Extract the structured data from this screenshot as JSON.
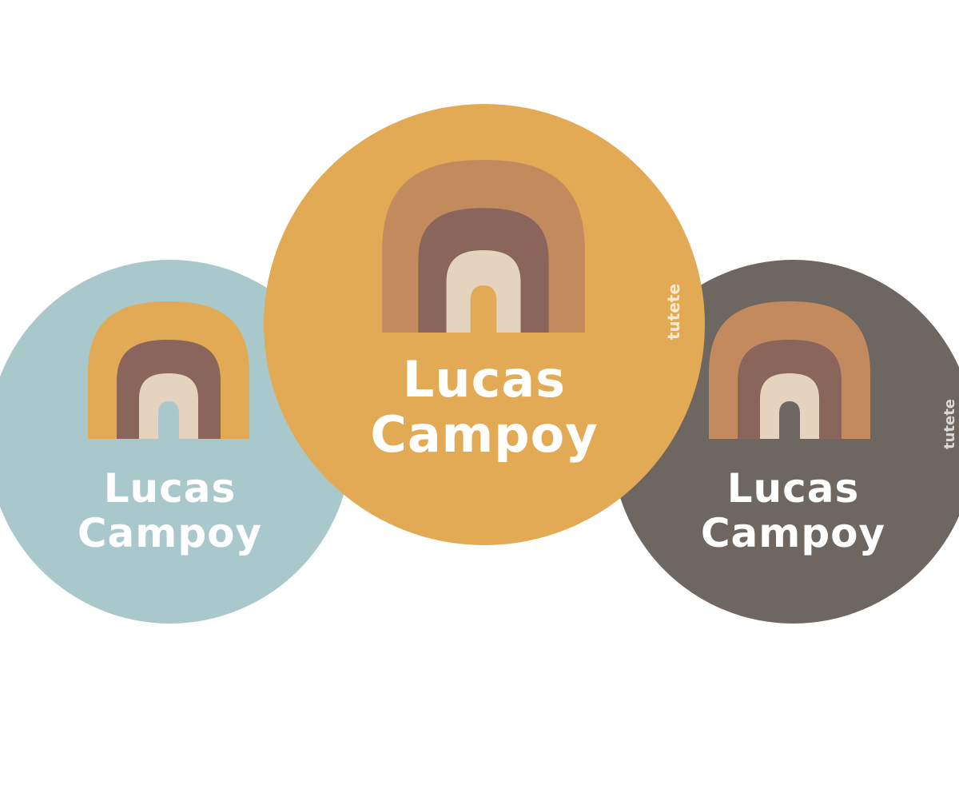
{
  "stickers": [
    {
      "id": "left",
      "first_name": "Lucas",
      "last_name": "Campoy",
      "background_color": "#a9c8cb",
      "rainbow_colors": [
        "#e2aa54",
        "#8a655b",
        "#e3d3bf"
      ]
    },
    {
      "id": "center",
      "first_name": "Lucas",
      "last_name": "Campoy",
      "brand": "tutete",
      "background_color": "#e2aa54",
      "rainbow_colors": [
        "#c38a5e",
        "#8a655b",
        "#e3d3bf"
      ]
    },
    {
      "id": "right",
      "first_name": "Lucas",
      "last_name": "Campoy",
      "brand": "tutete",
      "background_color": "#6e6661",
      "rainbow_colors": [
        "#c38a5e",
        "#8a655b",
        "#e3d3bf"
      ]
    }
  ]
}
